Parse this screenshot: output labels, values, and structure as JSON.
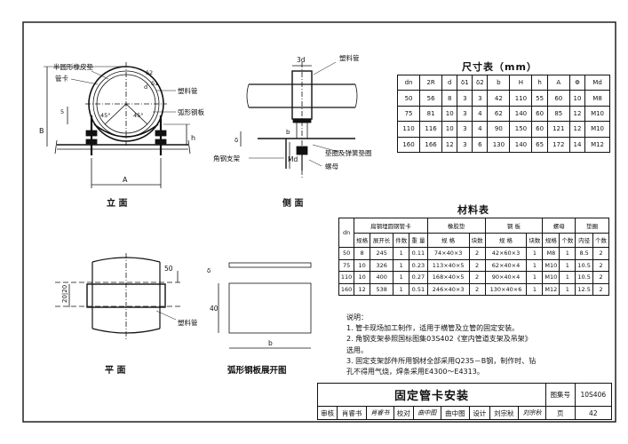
{
  "views": {
    "front": {
      "title": "立 面",
      "labels": {
        "rubber_pad": "半圆形橡皮垫",
        "pipe_clamp": "管卡",
        "plastic_pipe": "塑料管",
        "arc_plate": "弧形钢板",
        "angle_left": "45°",
        "angle_right": "45°",
        "dim_A": "A",
        "dim_B": "B",
        "dim_h": "h",
        "dim_5": "5",
        "dim_d": "d",
        "dim_d1": "δ1",
        "dim_d2": "δ2"
      }
    },
    "side": {
      "title": "侧 面",
      "labels": {
        "plastic_pipe": "塑料管",
        "dim_3d": "3d",
        "angle_bracket": "角钢支架",
        "md": "Md",
        "washer": "垫圈及弹簧垫圈",
        "nut": "螺母",
        "dim_delta": "δ",
        "dim_b": "b"
      }
    },
    "plan": {
      "title": "平 面",
      "labels": {
        "dim_50": "50",
        "dim_2020": "20|20",
        "plastic_pipe": "塑料管"
      }
    },
    "plate": {
      "title": "弧形钢板展开图",
      "labels": {
        "dim_delta": "δ",
        "dim_40": "40",
        "dim_b": "b"
      }
    }
  },
  "size_table": {
    "title": "尺寸表（mm）",
    "headers": [
      "dn",
      "2R",
      "d",
      "δ1",
      "δ2",
      "b",
      "H",
      "h",
      "A",
      "Φ",
      "Md"
    ],
    "rows": [
      [
        "50",
        "56",
        "8",
        "3",
        "3",
        "42",
        "110",
        "55",
        "60",
        "10",
        "M8"
      ],
      [
        "75",
        "81",
        "10",
        "3",
        "4",
        "62",
        "140",
        "60",
        "85",
        "12",
        "M10"
      ],
      [
        "110",
        "116",
        "10",
        "3",
        "4",
        "90",
        "150",
        "60",
        "121",
        "12",
        "M10"
      ],
      [
        "160",
        "166",
        "12",
        "3",
        "6",
        "130",
        "140",
        "65",
        "172",
        "14",
        "M12"
      ]
    ]
  },
  "material_table": {
    "title": "材料表",
    "group_headers": [
      "dn",
      "扁钢埋圆钢管卡",
      "橡胶垫",
      "钢 板",
      "螺母",
      "垫圈"
    ],
    "sub_headers": [
      "规格",
      "展开长",
      "件数",
      "重 量",
      "规 格",
      "块数",
      "规 格",
      "块数",
      "规格",
      "个数",
      "内径",
      "个数"
    ],
    "rows": [
      [
        "50",
        "8",
        "245",
        "1",
        "0.11",
        "74×40×3",
        "2",
        "42×60×3",
        "1",
        "M8",
        "1",
        "8.5",
        "2"
      ],
      [
        "75",
        "10",
        "326",
        "1",
        "0.23",
        "113×40×5",
        "2",
        "62×40×4",
        "1",
        "M10",
        "1",
        "10.5",
        "2"
      ],
      [
        "110",
        "10",
        "400",
        "1",
        "0.27",
        "168×40×5",
        "2",
        "90×40×4",
        "1",
        "M10",
        "1",
        "10.5",
        "2"
      ],
      [
        "160",
        "12",
        "538",
        "1",
        "0.51",
        "246×40×3",
        "2",
        "130×40×6",
        "1",
        "M12",
        "1",
        "12.5",
        "2"
      ]
    ]
  },
  "notes": {
    "heading": "说明：",
    "items": [
      "1.  管卡现场加工制作，适用于横管及立管的固定安装。",
      "2.  角钢支架参照国标图集03S402《室内管道支架及吊架》",
      "     选用。",
      "3.  固定支架部件所用钢材全部采用Q235－B钢，制作时、钻",
      "     孔不得用气烧，焊条采用E4300～E4313。"
    ]
  },
  "title_block": {
    "title": "固定管卡安装",
    "atlas_label": "图集号",
    "atlas_no": "10S406",
    "review_label": "审核",
    "reviewer": "肖睿书",
    "reviewer_sign": "肖睿书",
    "check_label": "校对",
    "checker": "曲中图",
    "checker_sign": "曲中图",
    "design_label": "设计",
    "designer": "刘宗秋",
    "designer_sign": "刘宗秋",
    "page_label": "页",
    "page_no": "42"
  }
}
